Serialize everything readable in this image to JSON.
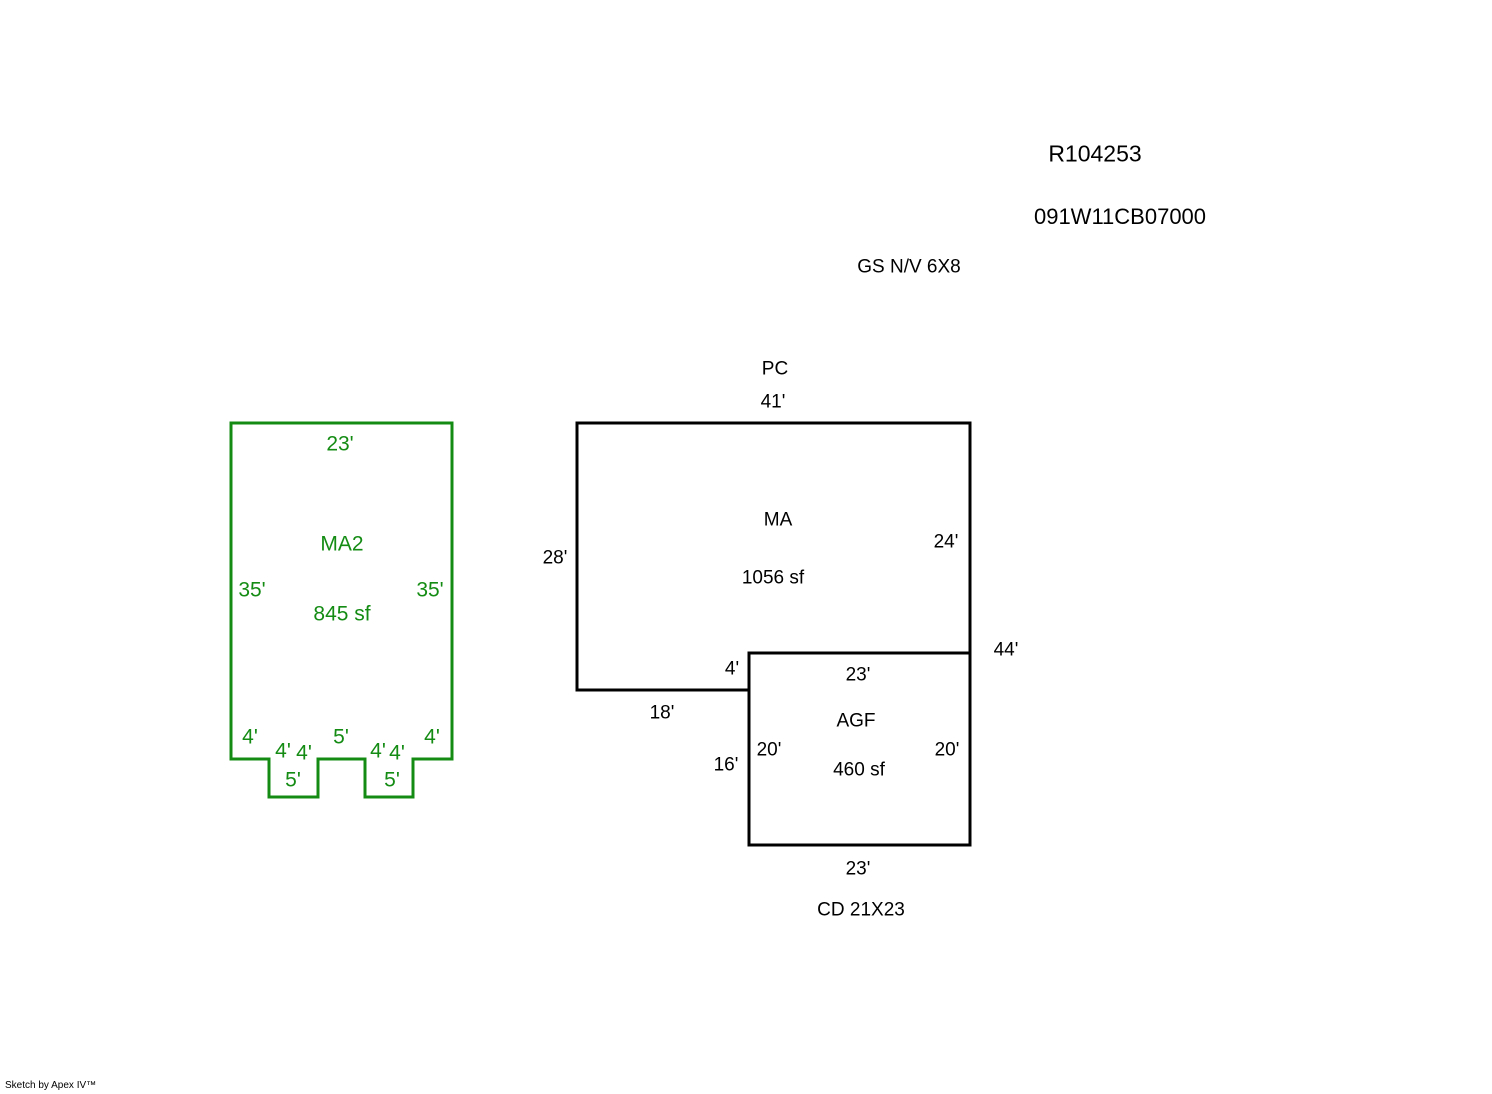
{
  "header": {
    "record_id": "R104253",
    "parcel_number": "091W11CB07000",
    "note_gs": "GS N/V  6X8"
  },
  "colors": {
    "ma2_outline": "#148c14",
    "main_outline": "#000000",
    "background": "#ffffff"
  },
  "ma2": {
    "name": "MA2",
    "area": "845 sf",
    "top": "23'",
    "left": "35'",
    "right": "35'",
    "bottom_left": "4'",
    "bump1_left": "4'",
    "bump1_right": "4'",
    "bump1_bottom": "5'",
    "bottom_middle": "5'",
    "bump2_left": "4'",
    "bump2_right": "4'",
    "bump2_bottom": "5'",
    "bottom_right": "4'"
  },
  "ma": {
    "name": "MA",
    "area": "1056 sf",
    "top_note": "PC",
    "top": "41'",
    "left": "28'",
    "right": "24'",
    "step": "4'",
    "bottom": "18'",
    "right_total": "44'"
  },
  "agf": {
    "name": "AGF",
    "area": "460 sf",
    "top": "23'",
    "left": "20'",
    "right": "20'",
    "outer_left": "16'",
    "bottom": "23'",
    "bottom_note": "CD  21X23"
  },
  "footer": {
    "credit": "Sketch by Apex IV™"
  }
}
